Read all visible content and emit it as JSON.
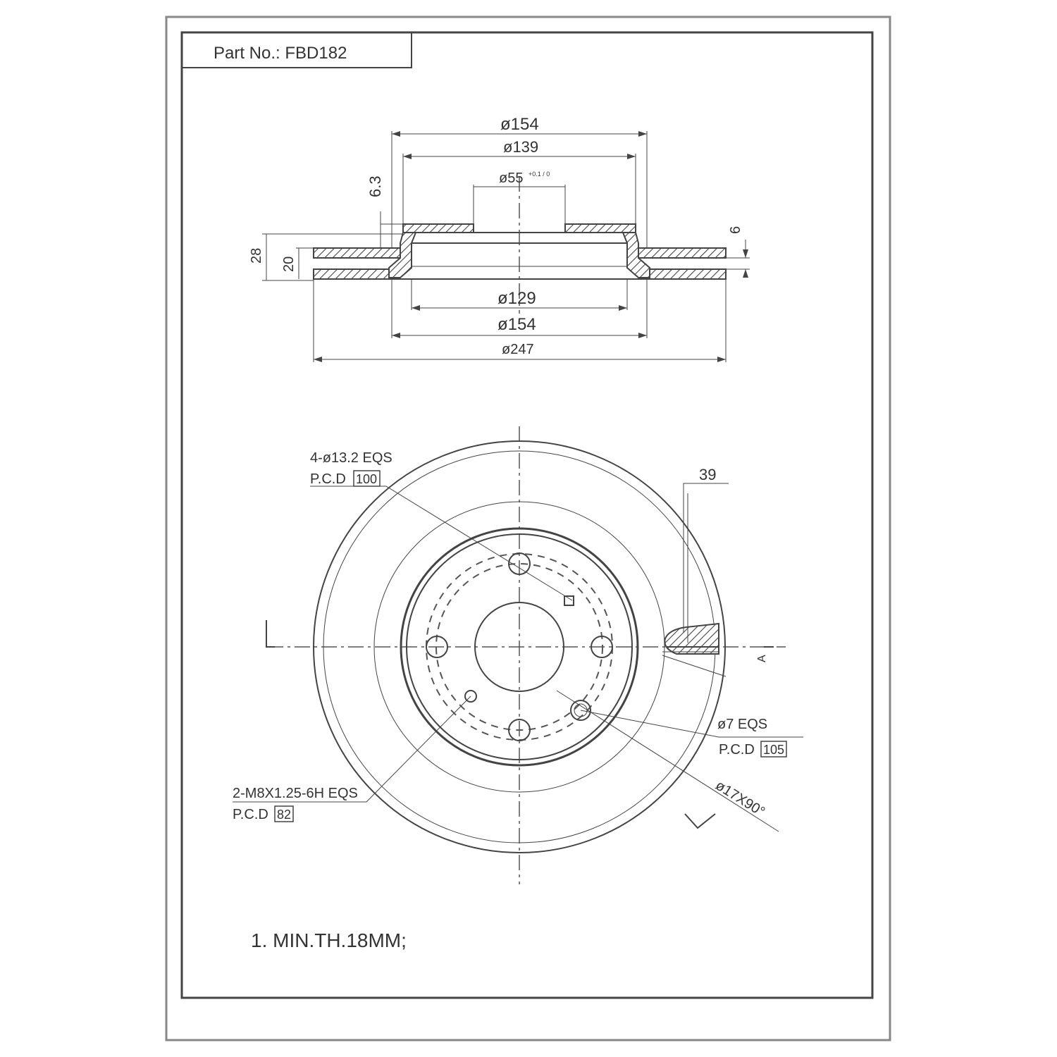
{
  "title_block": {
    "part_no": "Part No.: FBD182"
  },
  "section_view": {
    "dim_top_outer": "ø154",
    "dim_top_inner": "ø139",
    "dim_center_bore": "ø55",
    "dim_center_bore_tol": "+0.1 / 0",
    "dim_hat_height": "6.3",
    "dim_overall_thickness": "28",
    "dim_disc_thickness": "20",
    "dim_flange_thickness": "6",
    "dim_bottom_inner": "ø129",
    "dim_bottom_mid": "ø154",
    "dim_outer_diameter": "ø247"
  },
  "plan_view": {
    "callout_bolt_holes": "4-ø13.2 EQS",
    "callout_bolt_holes_pcd_prefix": "P.C.D",
    "callout_bolt_holes_pcd": "100",
    "callout_dim_39": "39",
    "callout_pilot_holes": "ø7 EQS",
    "callout_pilot_holes_pcd_prefix": "P.C.D",
    "callout_pilot_holes_pcd": "105",
    "callout_chamfer": "ø17X90°",
    "callout_threads": "2-M8X1.25-6H EQS",
    "callout_threads_pcd_prefix": "P.C.D",
    "callout_threads_pcd": "82",
    "section_marker": "A"
  },
  "notes": {
    "note_1": "1. MIN.TH.18MM;"
  }
}
